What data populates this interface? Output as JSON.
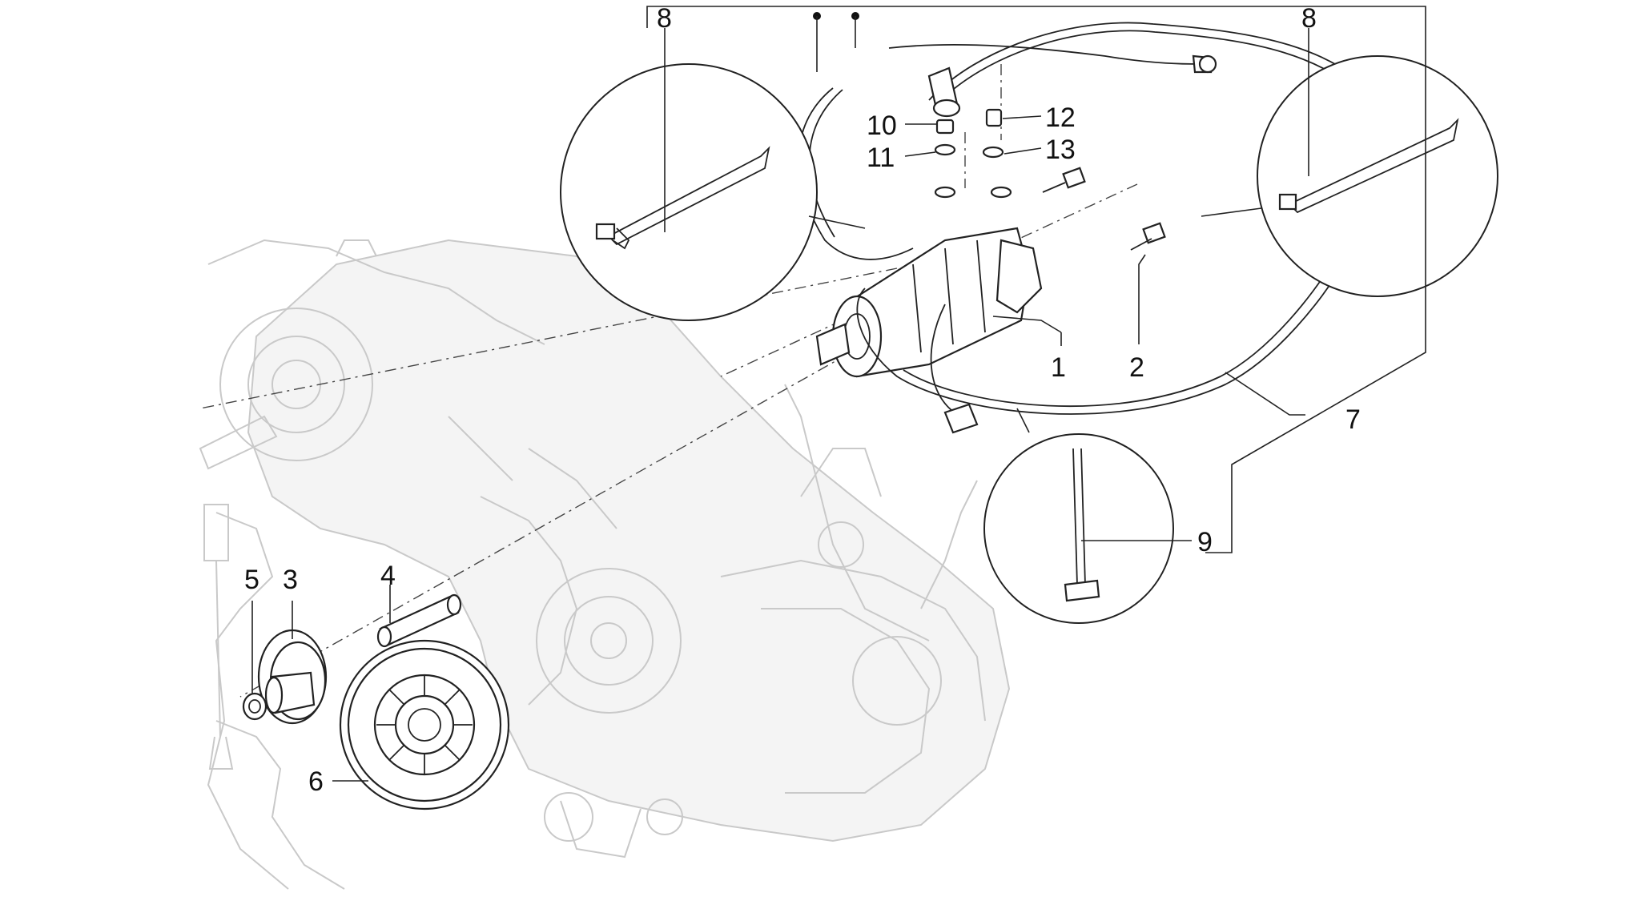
{
  "diagram": {
    "type": "exploded-parts-diagram",
    "callouts": [
      {
        "id": "c1",
        "label": "1"
      },
      {
        "id": "c2",
        "label": "2"
      },
      {
        "id": "c3",
        "label": "3"
      },
      {
        "id": "c4",
        "label": "4"
      },
      {
        "id": "c5",
        "label": "5"
      },
      {
        "id": "c6",
        "label": "6"
      },
      {
        "id": "c7",
        "label": "7"
      },
      {
        "id": "c8a",
        "label": "8"
      },
      {
        "id": "c8b",
        "label": "8"
      },
      {
        "id": "c9",
        "label": "9"
      },
      {
        "id": "c10",
        "label": "10"
      },
      {
        "id": "c11",
        "label": "11"
      },
      {
        "id": "c12",
        "label": "12"
      },
      {
        "id": "c13",
        "label": "13"
      }
    ],
    "colors": {
      "line": "#222222",
      "ghost": "#c9c9c9",
      "background": "#ffffff"
    }
  }
}
